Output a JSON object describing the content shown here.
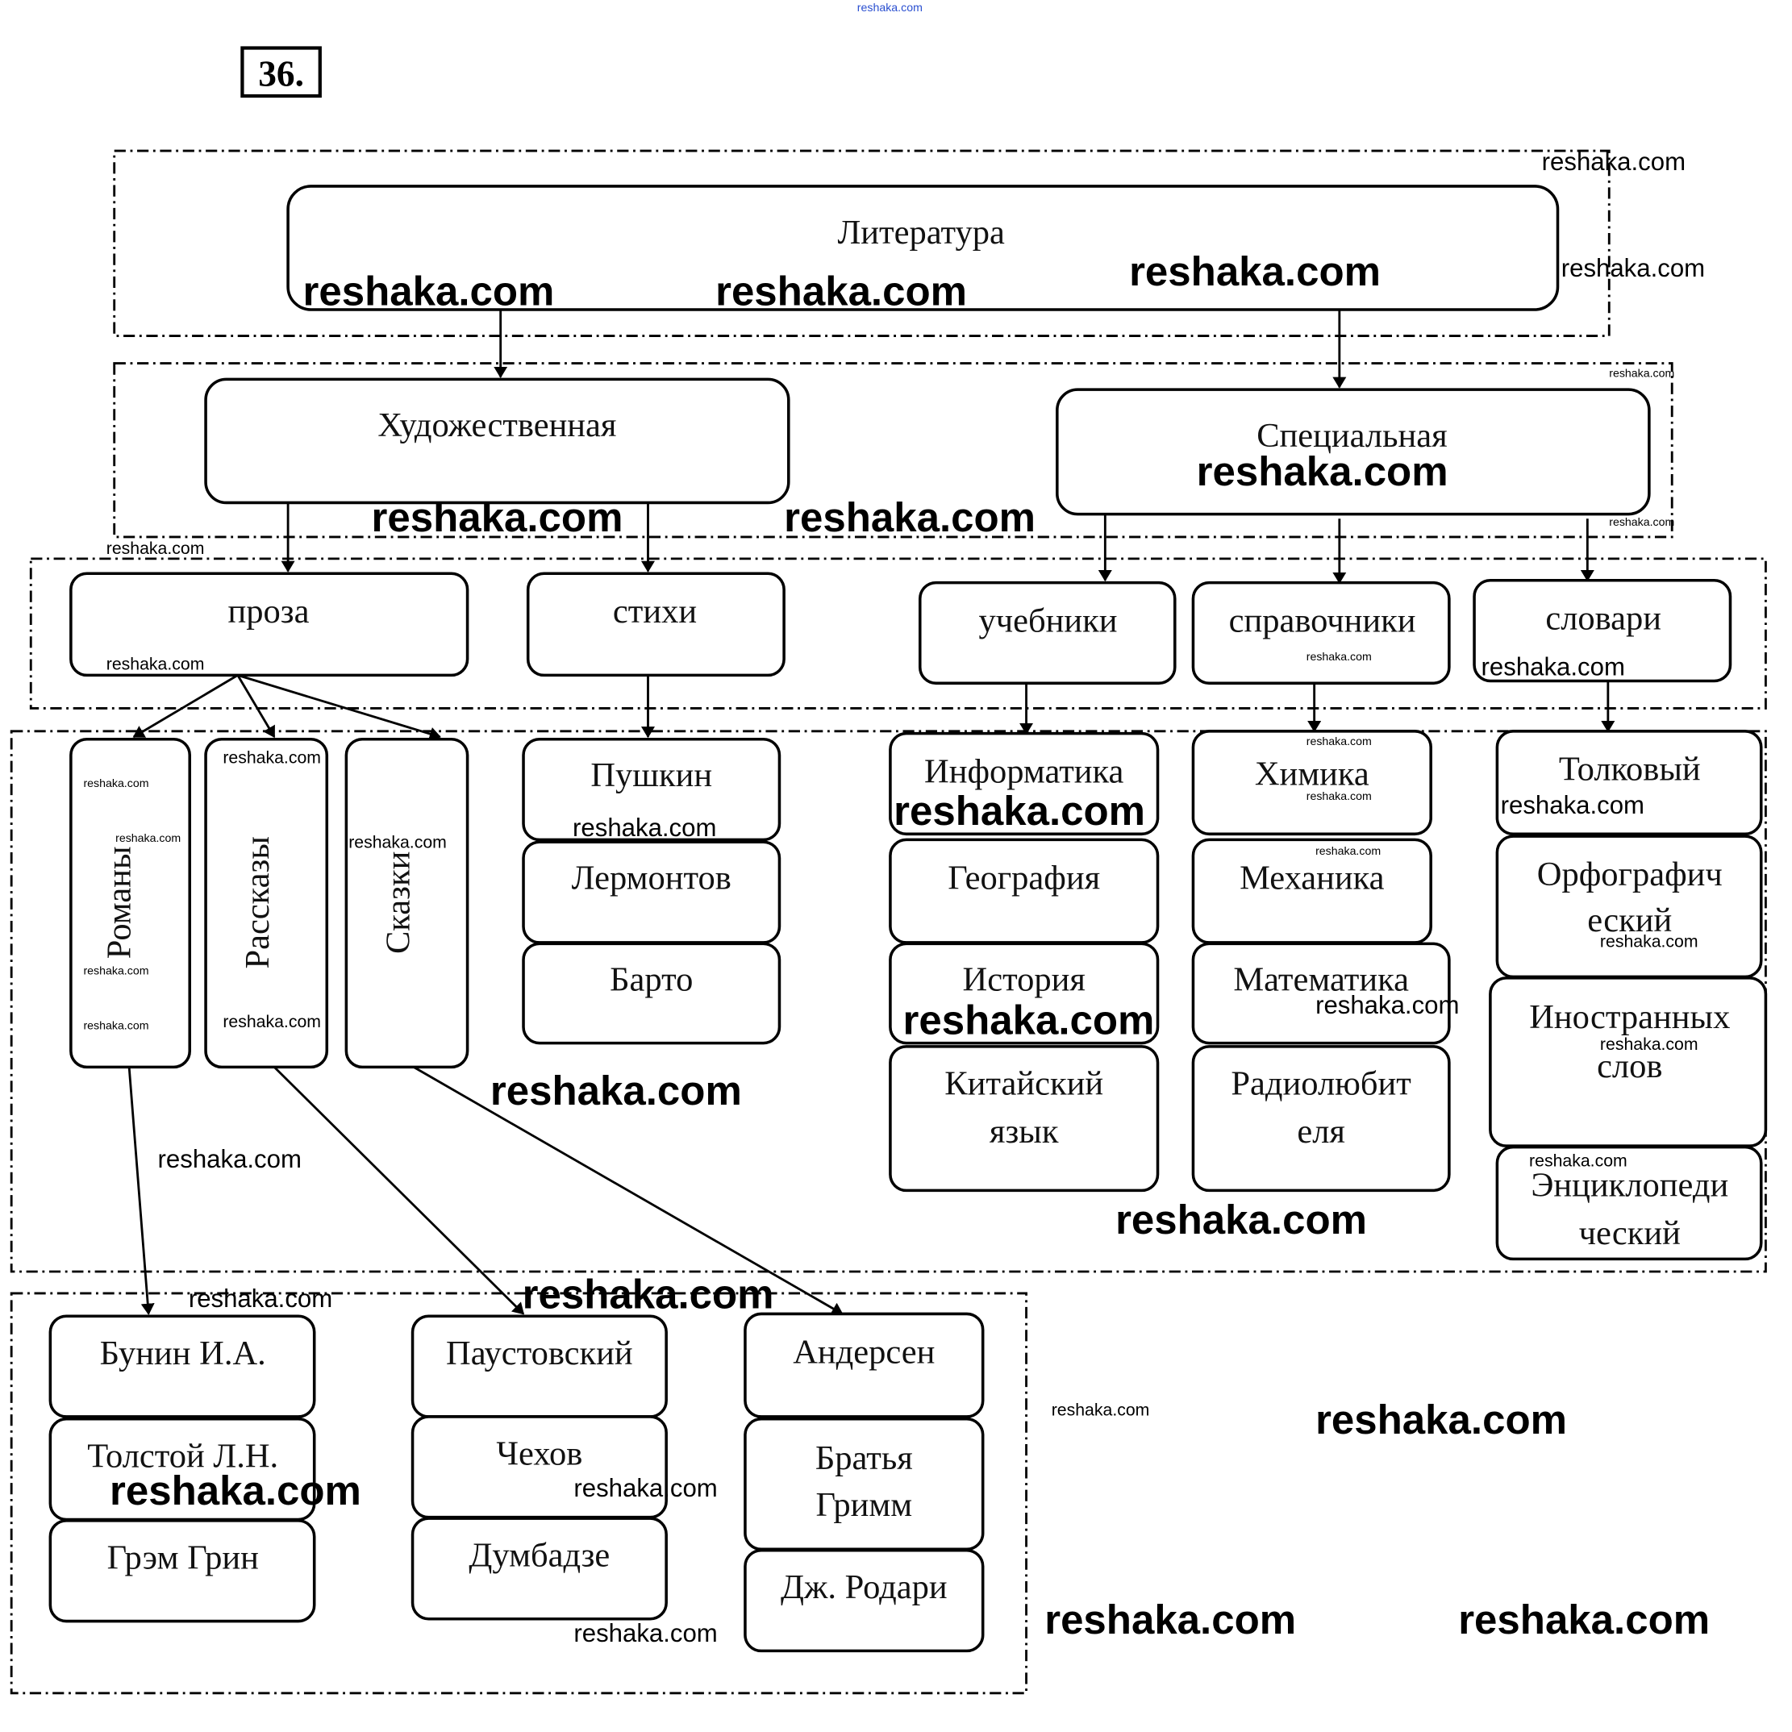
{
  "task_number": "36.",
  "watermark": "reshaka.com",
  "nodes": {
    "literature": "Литература",
    "fiction": "Художественная",
    "special": "Специальная",
    "prose": "проза",
    "poems": "стихи",
    "textbooks": "учебники",
    "reference": "справочники",
    "dictionaries": "словари",
    "novels": "Романы",
    "stories": "Рассказы",
    "tales": "Сказки",
    "pushkin": "Пушкин",
    "lermontov": "Лермонтов",
    "barto": "Барто",
    "informatics": "Информатика",
    "geography": "География",
    "history": "История",
    "chinese": [
      "Китайский",
      "язык"
    ],
    "chemist": "Химика",
    "mechanics": "Механика",
    "math": "Математика",
    "radio": [
      "Радиолюбит",
      "еля"
    ],
    "explanatory": "Толковый",
    "spelling": [
      "Орфографич",
      "еский"
    ],
    "foreign": [
      "Иностранных",
      "слов"
    ],
    "encyclopedic": [
      "Энциклопеди",
      "ческий"
    ],
    "bunin": "Бунин И.А.",
    "tolstoy": "Толстой Л.Н.",
    "green": "Грэм Грин",
    "paustovsky": "Паустовский",
    "chekhov": "Чехов",
    "dumbadze": "Думбадзе",
    "andersen": "Андерсен",
    "grimm": [
      "Братья",
      "Гримм"
    ],
    "rodari": "Дж. Родари"
  }
}
